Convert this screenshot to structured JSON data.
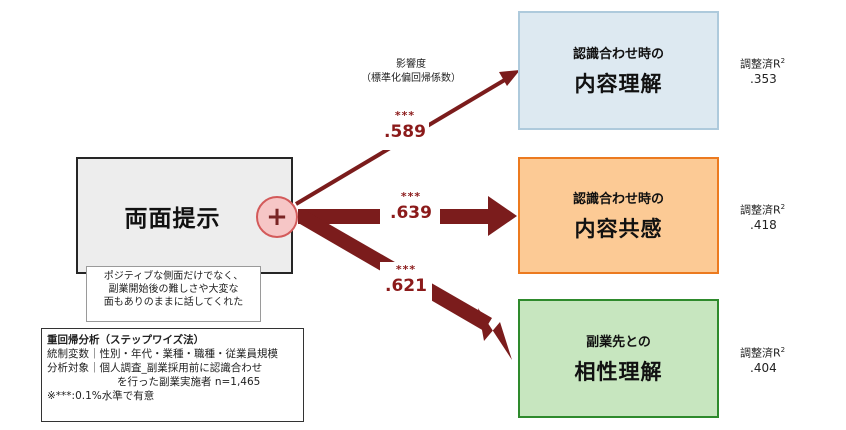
{
  "source": {
    "title": "両面提示",
    "plus_symbol": "+",
    "note": [
      "ポジティブな側面だけでなく、",
      "副業開始後の難しさや大変な",
      "面もありのままに話してくれた"
    ]
  },
  "coef_header": [
    "影響度",
    "（標準化偏回帰係数）"
  ],
  "paths": [
    {
      "stars": "***",
      "beta": ".589"
    },
    {
      "stars": "***",
      "beta": ".639"
    },
    {
      "stars": "***",
      "beta": ".621"
    }
  ],
  "targets": [
    {
      "line1": "認識合わせ時の",
      "line2": "内容理解",
      "r2_label": "調整済R",
      "r2_sup": "2",
      "r2_value": ".353"
    },
    {
      "line1": "認識合わせ時の",
      "line2": "内容共感",
      "r2_label": "調整済R",
      "r2_sup": "2",
      "r2_value": ".418"
    },
    {
      "line1": "副業先との",
      "line2": "相性理解",
      "r2_label": "調整済R",
      "r2_sup": "2",
      "r2_value": ".404"
    }
  ],
  "analysis": {
    "title": "重回帰分析（ステップワイズ法）",
    "line1": "統制変数｜性別・年代・業種・職種・従業員規模",
    "line2": "分析対象｜個人調査_副業採用前に認識合わせ",
    "line3": "を行った副業実施者 n=1,465",
    "line4": "※***:0.1%水準で有意"
  },
  "colors": {
    "arrow": "#7b1c1c",
    "coef": "#8b1a1a"
  }
}
